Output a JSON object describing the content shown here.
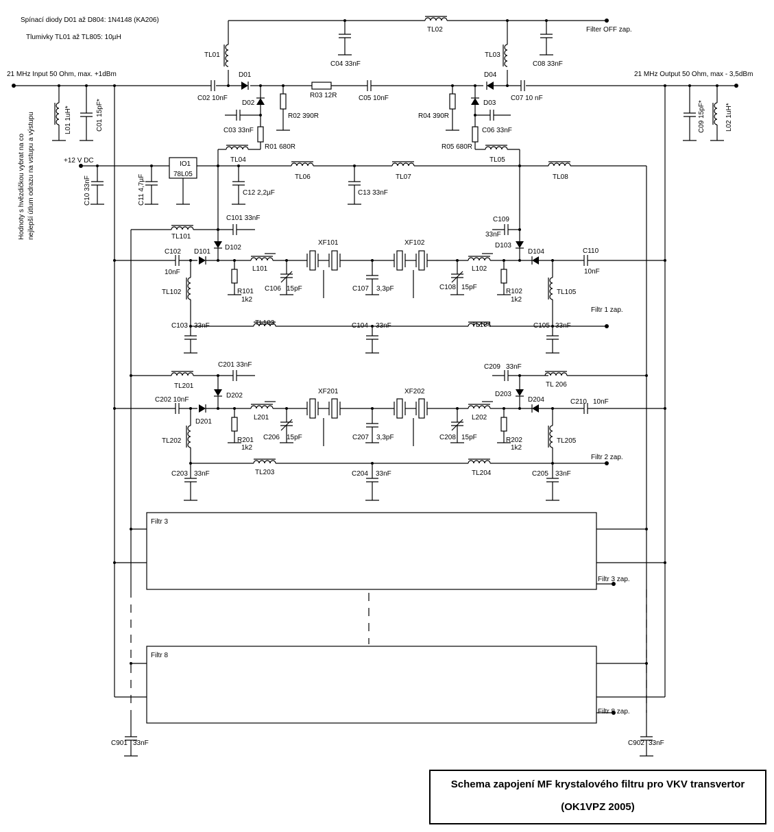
{
  "notes": {
    "diodes": "Spínací diody D01 až D804: 1N4148 (KA206)",
    "chokes": "Tlumivky  TL01 až TL805: 10µH",
    "side_note_1": "Hodnoty s hvězdičkou vybrat na co",
    "side_note_2": "nejlepší útlum odrazu na vstupu a výstupu"
  },
  "io": {
    "input": "21 MHz Input 50 Ohm,  max. +1dBm",
    "output": "21 MHz Output 50 Ohm, max - 3,5dBm",
    "supply": "+12 V DC",
    "filter_off": "Filter OFF zap.",
    "filtr1": "Filtr 1 zap.",
    "filtr2": "Filtr 2 zap.",
    "filtr3": "Filtr 3 zap.",
    "filtr8": "Filtr 8 zap."
  },
  "blocks": {
    "filtr3": "Filtr 3",
    "filtr8": "Filtr 8",
    "io1": "IO1",
    "io1_type": "78L05"
  },
  "labels": {
    "TL01": "TL01",
    "TL02": "TL02",
    "TL03": "TL03",
    "D01": "D01",
    "D02": "D02",
    "D03": "D03",
    "D04": "D04",
    "C02": "C02 10nF",
    "R03": "R03 12R",
    "C05": "C05 10nF",
    "C07": "C07 10 nF",
    "C04": "C04 33nF",
    "C08": "C08 33nF",
    "C03": "C03 33nF",
    "C06": "C06 33nF",
    "R02": "R02 390R",
    "R04": "R04 390R",
    "R01": "R01 680R",
    "R05": "R05 680R",
    "TL04": "TL04",
    "TL05": "TL05",
    "TL06": "TL06",
    "TL07": "TL07",
    "TL08": "TL08",
    "C10": "C10 33nF",
    "C11": "C11 4,7µF",
    "C12": "C12 2,2µF",
    "C13": "C13 33nF",
    "L01": "L01  1uH*",
    "C01": "C01 15pF*",
    "C09": "C09 15pF*",
    "L02": "L02 1uH*",
    "TL101": "TL101",
    "C101": "C101 33nF",
    "D102": "D102",
    "C109": "C109",
    "C109v": "33nF",
    "D103": "D103",
    "C102": "C102",
    "C102v": "10nF",
    "D101": "D101",
    "L101": "L101",
    "XF101": "XF101",
    "XF102": "XF102",
    "L102": "L102",
    "D104": "D104",
    "C110": "C110",
    "C110v": "10nF",
    "R101": "R101",
    "R101v": "1k2",
    "C106": "C106",
    "C106v": "15pF",
    "C107": "C107",
    "C107v": "3,3pF",
    "C108": "C108",
    "C108v": "15pF",
    "R102": "R102",
    "R102v": "1k2",
    "TL102": "TL102",
    "TL105": "TL105",
    "TL103": "TL103",
    "TL104": "TL104",
    "C103": "C103",
    "C103v": "33nF",
    "C104": "C104",
    "C104v": "33nF",
    "C105": "C105",
    "C105v": "33nF",
    "TL201": "TL201",
    "C201": "C201 33nF",
    "D202": "D202",
    "C209": "C209",
    "C209v": "33nF",
    "TL206": "TL 206",
    "D203": "D203",
    "C202": "C202 10nF",
    "D201": "D201",
    "L201": "L201",
    "XF201": "XF201",
    "XF202": "XF202",
    "L202": "L202",
    "D204": "D204",
    "C210": "C210",
    "C210v": "10nF",
    "R201": "R201",
    "R201v": "1k2",
    "C206": "C206",
    "C206v": "15pF",
    "C207": "C207",
    "C207v": "3,3pF",
    "C208": "C208",
    "C208v": "15pF",
    "R202": "R202",
    "R202v": "1k2",
    "TL202": "TL202",
    "TL205": "TL205",
    "TL203": "TL203",
    "TL204": "TL204",
    "C203": "C203",
    "C203v": "33nF",
    "C204": "C204",
    "C204v": "33nF",
    "C205": "C205",
    "C205v": "33nF",
    "C901": "C901",
    "C901v": "33nF",
    "C902": "C902",
    "C902v": "33nF"
  },
  "title": {
    "line1": "Schema zapojení MF krystalového filtru pro VKV transvertor",
    "line2": "(OK1VPZ 2005)"
  }
}
